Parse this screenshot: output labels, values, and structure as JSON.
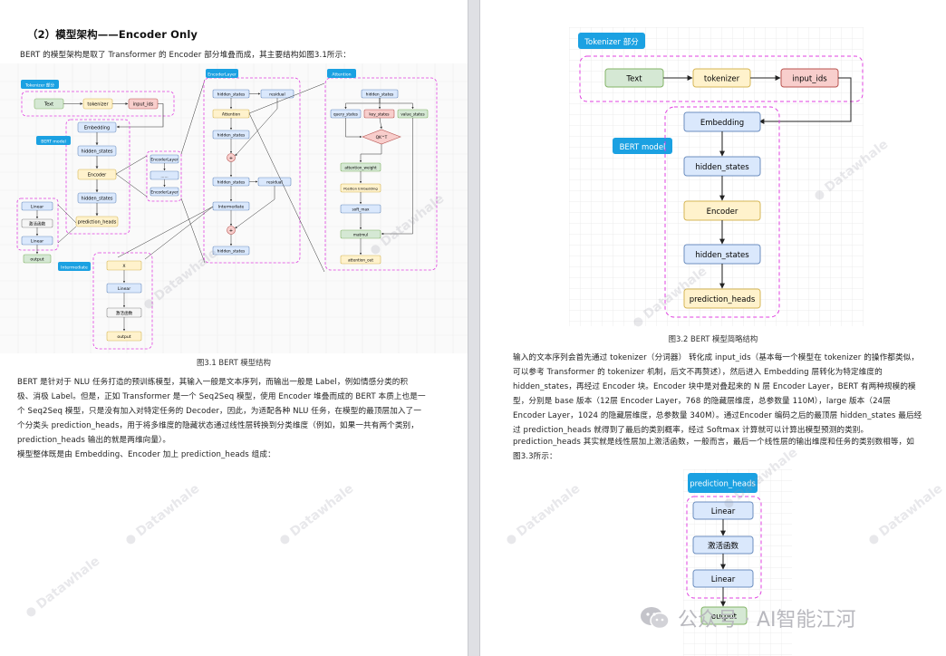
{
  "left": {
    "heading": "（2）模型架构——Encoder Only",
    "intro": "BERT 的模型架构是取了 Transformer 的 Encoder 部分堆叠而成，其主要结构如图3.1所示：",
    "caption": "图3.1 BERT 模型结构",
    "para1_lines": [
      "BERT 是针对于 NLU 任务打造的预训练模型，其输入一般是文本序列，而输出一般是 Label，例如情感分类的积",
      "极、消极 Label。但是，正如 Transformer 是一个 Seq2Seq 模型，使用 Encoder 堆叠而成的 BERT 本质上也是一",
      "个 Seq2Seq 模型，只是没有加入对特定任务的 Decoder，因此，为适配各种 NLU 任务，在模型的最顶层加入了一",
      "个分类头 prediction_heads，用于将多维度的隐藏状态通过线性层转换到分类维度（例如，如果一共有两个类别，",
      "prediction_heads 输出的就是两维向量）。"
    ],
    "para2": "模型整体既是由 Embedding、Encoder 加上 prediction_heads 组成："
  },
  "fig31": {
    "tokenizer_group": "Tokenizer 部分",
    "text": "Text",
    "tokenizer": "tokenizer",
    "input_ids": "input_ids",
    "bert_model": "BERT model",
    "embedding": "Embedding",
    "hidden_states": "hidden_states",
    "encoder": "Encoder",
    "prediction_heads": "prediction_heads",
    "linear": "Linear",
    "activation": "激活函数",
    "output": "output",
    "encoder_layer_title": "EncoderLayer",
    "encoder_layer": "EncoderLayer",
    "ellipsis": "......",
    "attention": "Attention",
    "residual": "residual",
    "intermediate": "Intermediate",
    "intermediate_title": "Intermediate",
    "plus": "+",
    "x": "X",
    "attention_title": "Attention",
    "query_states": "query_states",
    "key_states": "key_states",
    "value_states": "value_states",
    "qkt": "QK^T",
    "attention_weight": "attention_weight",
    "position_embedding": "Position Embedding",
    "soft_max": "soft_max",
    "matmul": "matmul",
    "attention_out": "attention_out"
  },
  "right": {
    "caption_32": "图3.2 BERT 模型简略结构",
    "para1_lines": [
      "输入的文本序列会首先通过 tokenizer（分词器） 转化成 input_ids（基本每一个模型在 tokenizer 的操作都类似，",
      "可以参考 Transformer 的 tokenizer 机制，后文不再赘述），然后进入 Embedding 层转化为特定维度的",
      "hidden_states，再经过 Encoder 块。Encoder 块中是对叠起来的 N 层 Encoder Layer，BERT 有两种规模的模",
      "型，分别是 base 版本（12层 Encoder Layer，768 的隐藏层维度，总参数量 110M），large 版本（24层",
      "Encoder Layer，1024 的隐藏层维度，总参数量 340M）。通过Encoder 编码之后的最顶层 hidden_states 最后经",
      "过 prediction_heads 就得到了最后的类别概率，经过 Softmax 计算就可以计算出模型预测的类别。"
    ],
    "para2_lines": [
      "prediction_heads 其实就是线性层加上激活函数，一般而言，最后一个线性层的输出维度和任务的类别数相等，如",
      "图3.3所示："
    ]
  },
  "fig32": {
    "tokenizer_group": "Tokenizer 部分",
    "text": "Text",
    "tokenizer": "tokenizer",
    "input_ids": "input_ids",
    "bert_model": "BERT model",
    "embedding": "Embedding",
    "hidden_states_1": "hidden_states",
    "encoder": "Encoder",
    "hidden_states_2": "hidden_states",
    "prediction_heads": "prediction_heads"
  },
  "fig33": {
    "title": "prediction_heads",
    "linear_1": "Linear",
    "activation": "激活函数",
    "linear_2": "Linear",
    "output": "output"
  },
  "watermark": "Datawhale",
  "footer": {
    "channel": "公众号 · AI智能江河"
  },
  "colors": {
    "green": "#d5e8d4",
    "yellow": "#fff2cc",
    "red": "#f8cecc",
    "blue": "#dae8fc",
    "grey": "#f5f5f5",
    "magenta": "#e040e0",
    "title_blue": "#1ba1e2"
  }
}
